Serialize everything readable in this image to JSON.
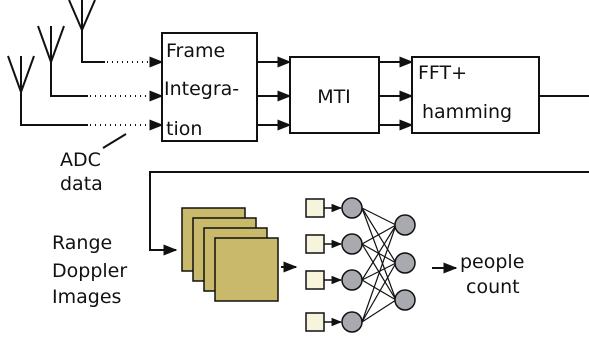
{
  "blocks": {
    "frame_integration": {
      "lines": [
        "Frame",
        "Integra-",
        "tion"
      ]
    },
    "mti": {
      "label": "MTI"
    },
    "fft": {
      "lines": [
        "FFT+",
        "hamming"
      ]
    }
  },
  "labels": {
    "adc": [
      "ADC",
      "data"
    ],
    "rd_images": [
      "Range",
      "Doppler",
      "Images"
    ],
    "people_count": [
      "people",
      "count"
    ]
  },
  "colors": {
    "stroke": "#111111",
    "rd_image_fill": "#c9b96b",
    "input_node_fill": "#f6f4dc",
    "neuron_fill": "#a9a9b0"
  }
}
